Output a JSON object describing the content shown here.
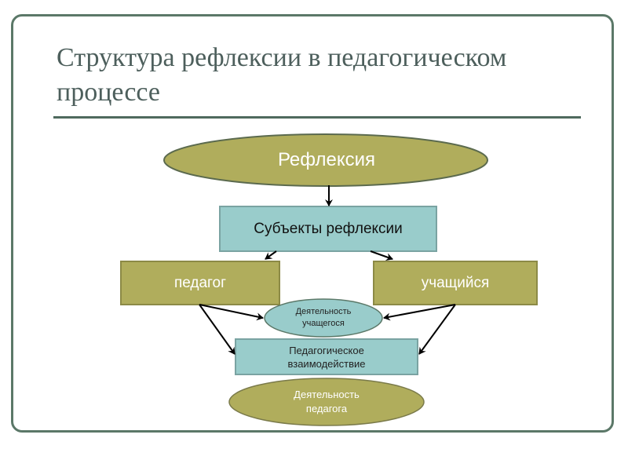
{
  "slide": {
    "title": "Структура рефлексии в педагогическом процессе"
  },
  "diagram": {
    "root": "Рефлексия",
    "subjects": "Субъекты рефлексии",
    "teacher": "педагог",
    "student": "учащийся",
    "student_activity_line1": "Деятельность",
    "student_activity_line2": "учащегося",
    "interaction_line1": "Педагогическое",
    "interaction_line2": "взаимодействие",
    "teacher_activity_line1": "Деятельность",
    "teacher_activity_line2": "педагога"
  },
  "colors": {
    "olive": "#b0ad5c",
    "teal": "#99cccb",
    "frame": "#5b7868"
  }
}
